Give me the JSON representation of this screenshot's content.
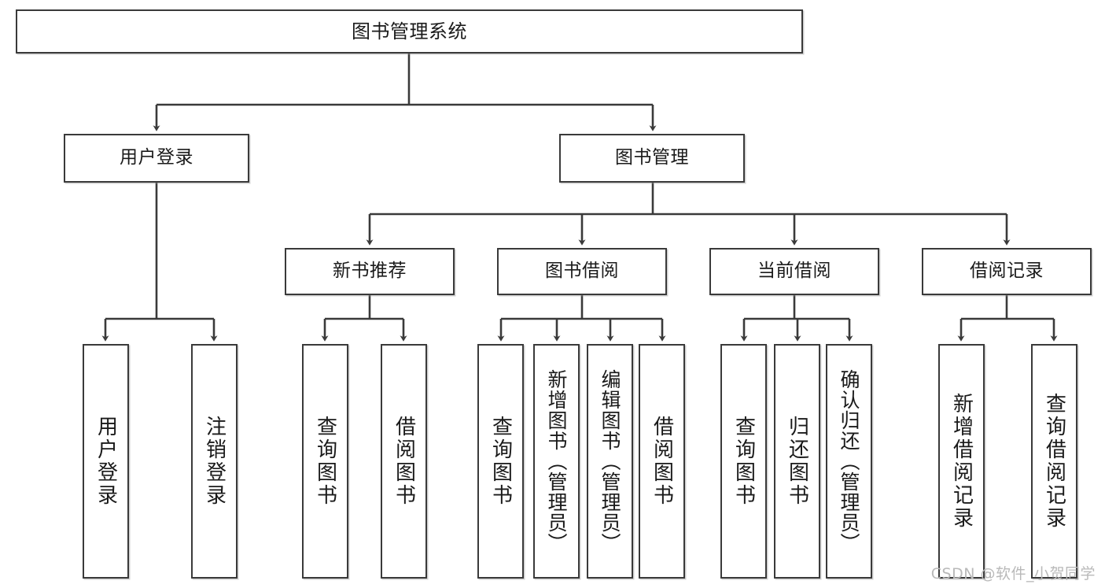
{
  "diagram": {
    "title": "图书管理系统",
    "type": "tree",
    "orientation": "top-down",
    "line_color": "#3a3a3a",
    "box_border_color": "#3a3a3a",
    "box_fill_color": "#ffffff",
    "text_color": "#1a1a1a"
  },
  "nodes": {
    "root": {
      "label": "图书管理系统"
    },
    "level2": [
      {
        "label": "用户登录"
      },
      {
        "label": "图书管理"
      }
    ],
    "level3": [
      {
        "label": "新书推荐"
      },
      {
        "label": "图书借阅"
      },
      {
        "label": "当前借阅"
      },
      {
        "label": "借阅记录"
      }
    ],
    "leaves_user_login": [
      {
        "label": "用户登录"
      },
      {
        "label": "注销登录"
      }
    ],
    "leaves_new_book": [
      {
        "label": "查询图书"
      },
      {
        "label": "借阅图书"
      }
    ],
    "leaves_borrow": [
      {
        "label": "查询图书"
      },
      {
        "label": "新增图书（管理员）"
      },
      {
        "label": "编辑图书（管理员）"
      },
      {
        "label": "借阅图书"
      }
    ],
    "leaves_current": [
      {
        "label": "查询图书"
      },
      {
        "label": "归还图书"
      },
      {
        "label": "确认归还（管理员）"
      }
    ],
    "leaves_records": [
      {
        "label": "新增借阅记录"
      },
      {
        "label": "查询借阅记录"
      }
    ]
  },
  "watermark": {
    "text": "CSDN @软件_小贺同学"
  }
}
